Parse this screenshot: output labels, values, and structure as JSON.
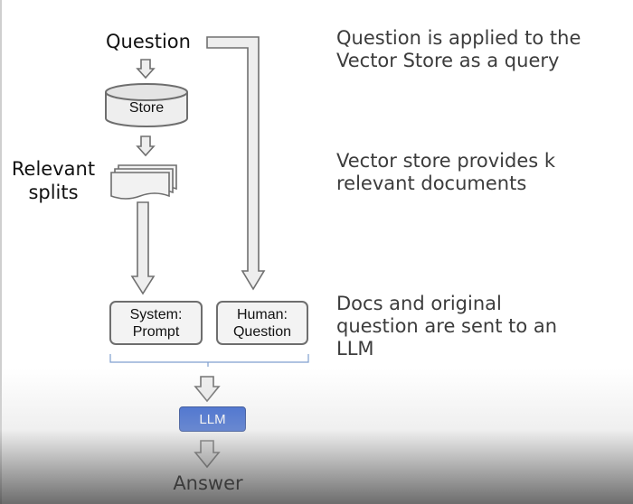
{
  "diagram": {
    "nodes": {
      "question": "Question",
      "store": "Store",
      "relevant_splits": "Relevant\nsplits",
      "system_prompt": "System:\nPrompt",
      "human_question": "Human:\nQuestion",
      "llm": "LLM",
      "answer": "Answer"
    },
    "captions": [
      "Question is applied to the\nVector Store as a query",
      "Vector store provides k\nrelevant documents",
      "Docs and original\nquestion are sent to an\nLLM"
    ]
  },
  "colors": {
    "llm_fill": "#2f5fcf",
    "arrow_fill": "#eeeeee",
    "arrow_stroke": "#707070",
    "caption_text": "#3c3c3c"
  }
}
